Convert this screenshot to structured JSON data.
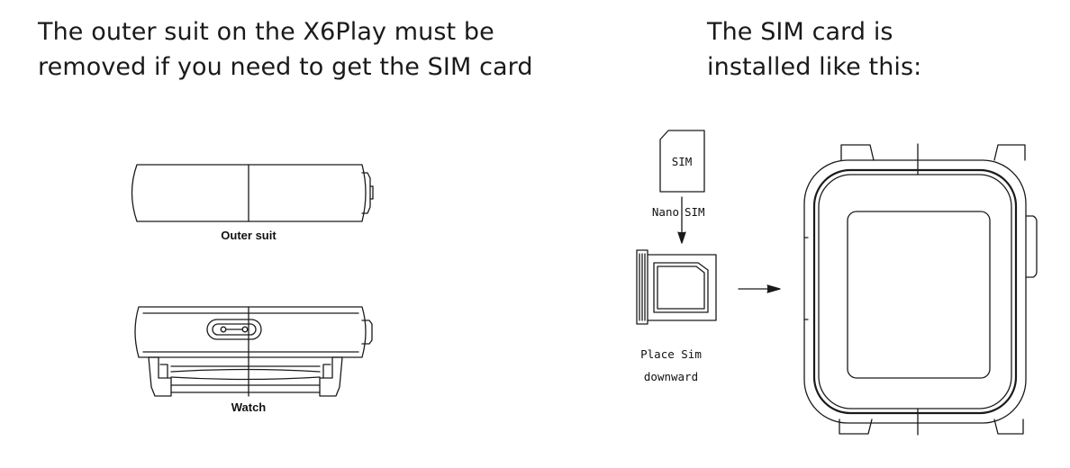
{
  "headings": {
    "left": {
      "line1": "The outer suit on the X6Play must be",
      "line2": "removed if you need to get the SIM card"
    },
    "right": {
      "line1": "The SIM card is",
      "line2": "installed like this:"
    }
  },
  "labels": {
    "outer_suit": "Outer suit",
    "watch": "Watch",
    "sim_card": "SIM",
    "nano_sim_left": "Nano",
    "nano_sim_right": "SIM",
    "place_sim_line1": "Place Sim",
    "place_sim_line2": "downward"
  },
  "colors": {
    "line": "#1a1a1a",
    "background": "#ffffff"
  },
  "icons": [
    "arrow-down-icon",
    "arrow-right-icon"
  ]
}
